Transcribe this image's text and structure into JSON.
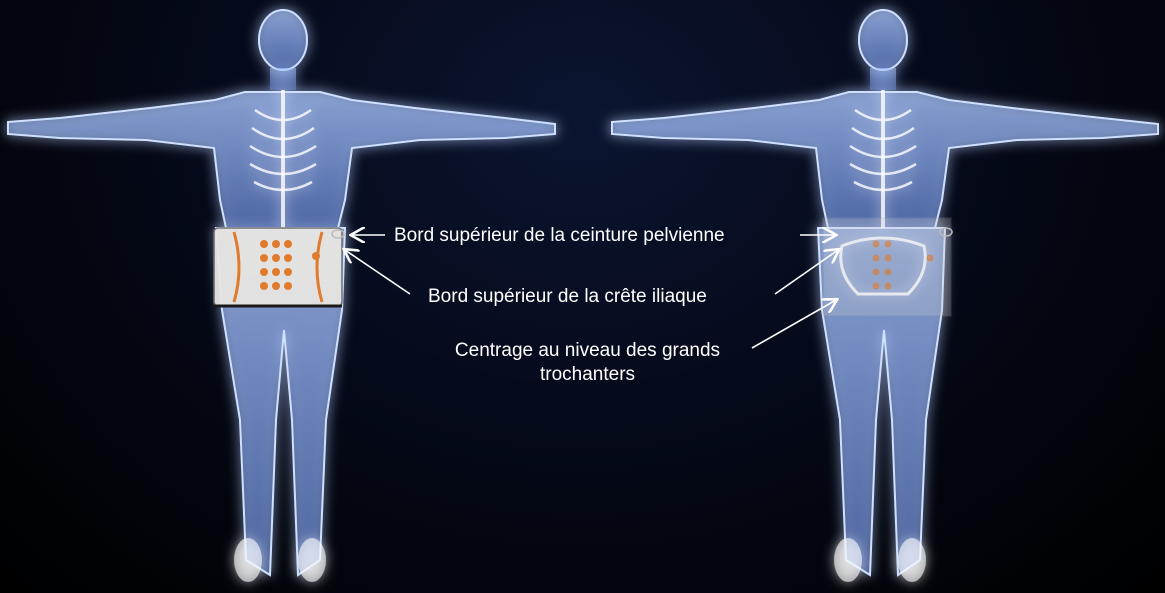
{
  "labels": {
    "belt_upper_edge": "Bord supérieur de la ceinture pelvienne",
    "iliac_crest_upper_edge": "Bord supérieur de la crête iliaque",
    "trochanters_centering": "Centrage au niveau des grands trochanters"
  },
  "colors": {
    "background": "#000000",
    "body_glow": "#8fb4ff",
    "belt_fill": "#e8e6e3",
    "belt_accent": "#e07a2c",
    "text": "#ffffff"
  }
}
